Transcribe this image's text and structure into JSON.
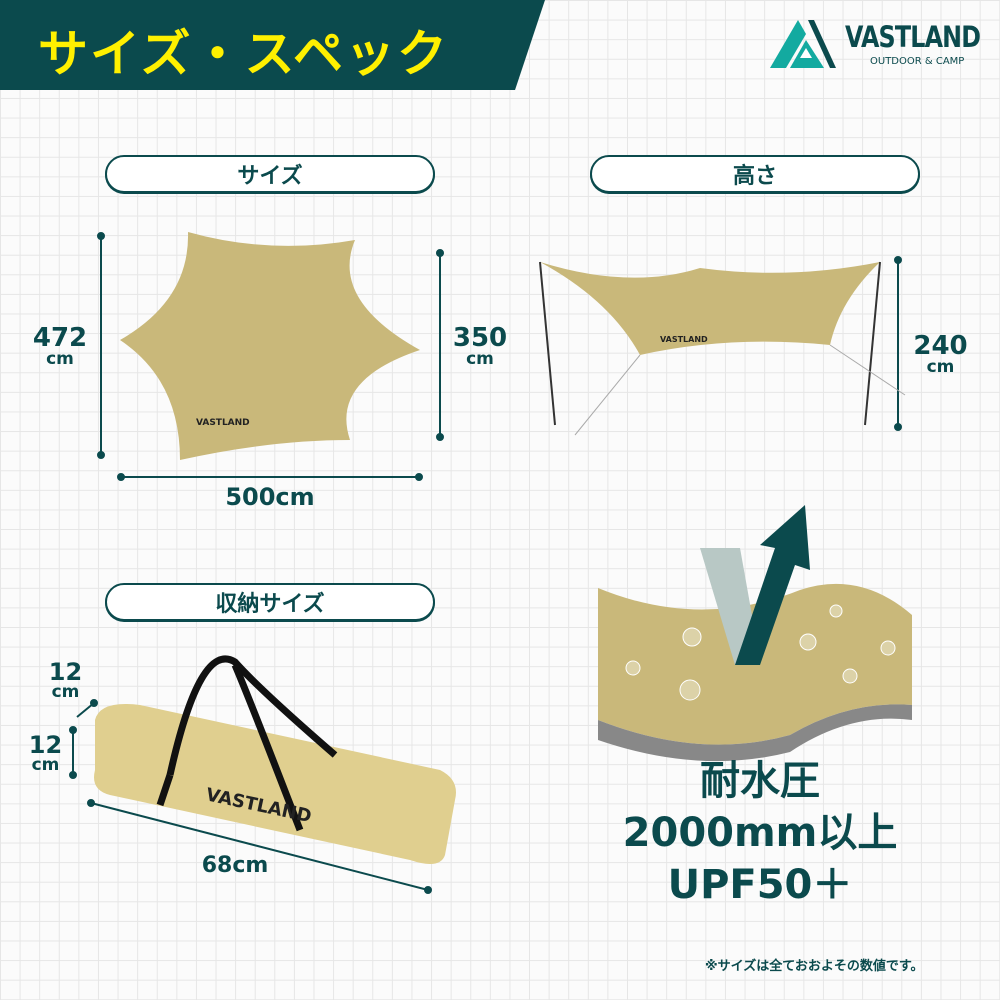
{
  "header": {
    "title": "サイズ・スペック"
  },
  "logo": {
    "brand": "VASTLAND",
    "tagline": "OUTDOOR & CAMP"
  },
  "sections": {
    "size": {
      "label": "サイズ",
      "height": "472",
      "height_unit": "cm",
      "depth": "350",
      "depth_unit": "cm",
      "width": "500cm"
    },
    "height": {
      "label": "高さ",
      "value": "240",
      "unit": "cm"
    },
    "storage": {
      "label": "収納サイズ",
      "dim1": "12",
      "dim1_unit": "cm",
      "dim2": "12",
      "dim2_unit": "cm",
      "length": "68cm"
    }
  },
  "features": {
    "line1": "耐水圧",
    "line2": "2000mm以上",
    "line3": "UPF50＋"
  },
  "note": "※サイズは全ておおよその数値です。",
  "colors": {
    "primary": "#0b4a4d",
    "accent": "#fff000",
    "tarp": "#c9b87a",
    "logo": "#13aaa0"
  }
}
